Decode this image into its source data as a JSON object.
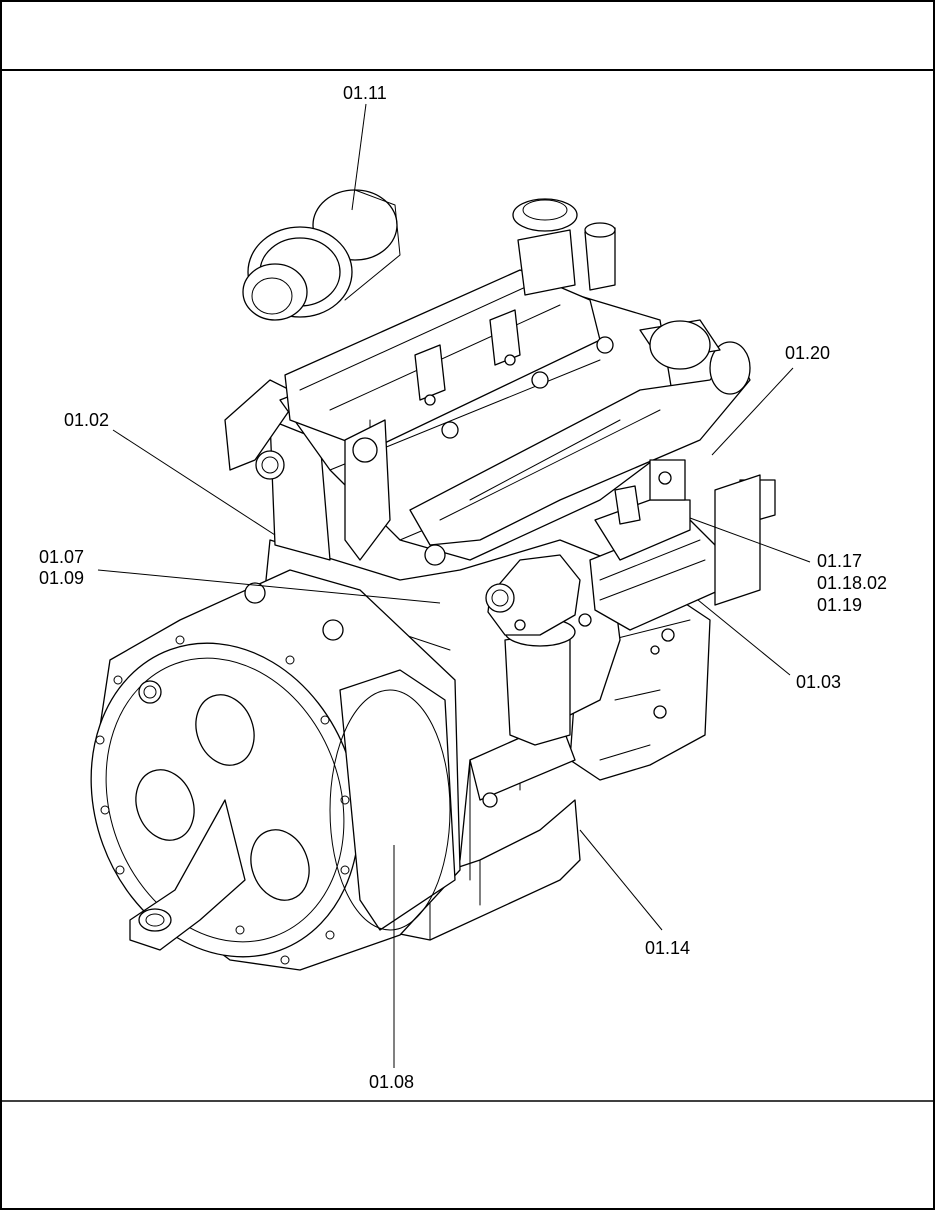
{
  "callouts": [
    {
      "id": "c-0111",
      "text": "01.11"
    },
    {
      "id": "c-0120",
      "text": "01.20"
    },
    {
      "id": "c-0102",
      "text": "01.02"
    },
    {
      "id": "c-0107",
      "text": "01.07"
    },
    {
      "id": "c-0109",
      "text": "01.09"
    },
    {
      "id": "c-0117",
      "text": "01.17"
    },
    {
      "id": "c-011802",
      "text": "01.18.02"
    },
    {
      "id": "c-0119",
      "text": "01.19"
    },
    {
      "id": "c-0103",
      "text": "01.03"
    },
    {
      "id": "c-0114",
      "text": "01.14"
    },
    {
      "id": "c-0108",
      "text": "01.08"
    }
  ]
}
